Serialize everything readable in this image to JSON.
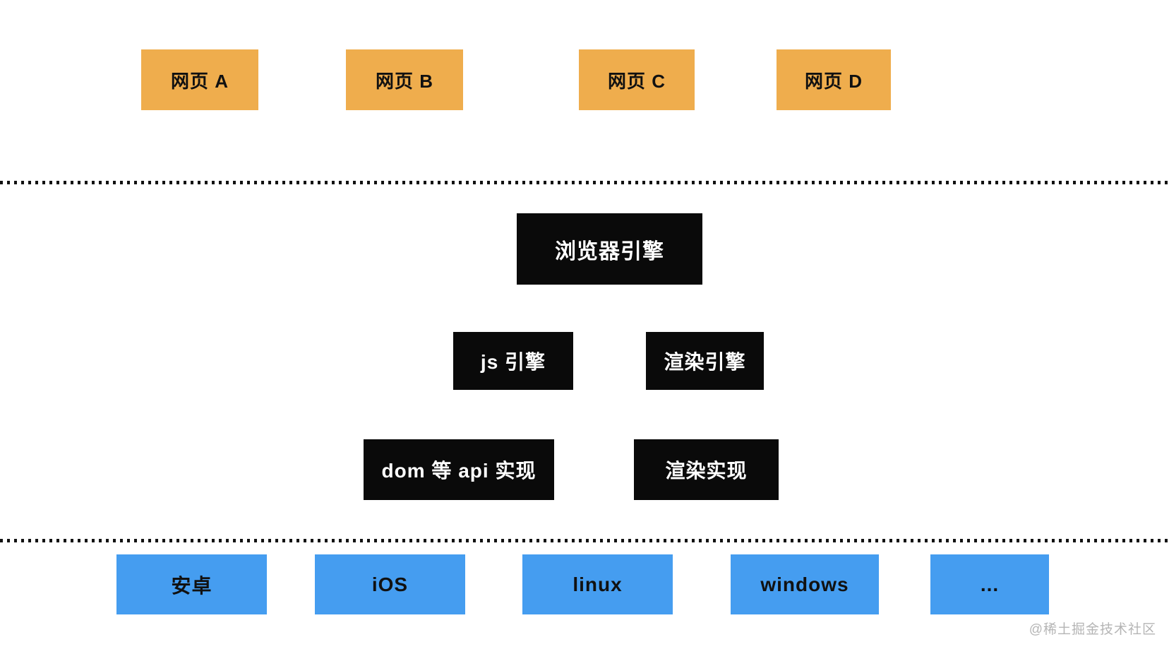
{
  "diagram": {
    "colors": {
      "webpage_box": "#efad4d",
      "engine_box": "#0a0a0a",
      "engine_text": "#ffffff",
      "os_box": "#459df0",
      "box_text": "#111111",
      "dotted_line": "#111111",
      "watermark": "#b5b5b5"
    },
    "webpages": [
      {
        "label": "网页 A"
      },
      {
        "label": "网页 B"
      },
      {
        "label": "网页 C"
      },
      {
        "label": "网页 D"
      }
    ],
    "browser_engine": {
      "label": "浏览器引擎"
    },
    "engines": [
      {
        "label": "js 引擎"
      },
      {
        "label": "渲染引擎"
      }
    ],
    "implementations": [
      {
        "label": "dom 等 api 实现"
      },
      {
        "label": "渲染实现"
      }
    ],
    "os_list": [
      {
        "label": "安卓"
      },
      {
        "label": "iOS"
      },
      {
        "label": "linux"
      },
      {
        "label": "windows"
      },
      {
        "label": "..."
      }
    ],
    "watermark": "@稀土掘金技术社区"
  }
}
